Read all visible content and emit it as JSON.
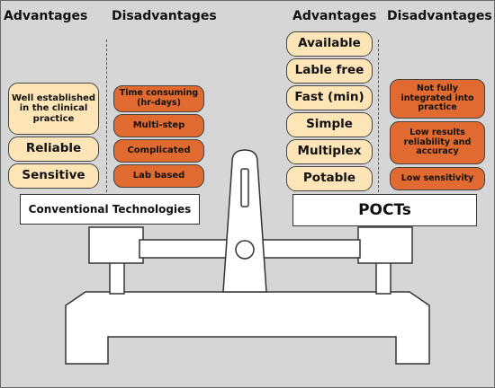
{
  "left": {
    "advantages_header": "Advantages",
    "disadvantages_header": "Disadvantages",
    "advantages": [
      "Well established in the clinical practice",
      "Reliable",
      "Sensitive"
    ],
    "disadvantages": [
      "Time consuming (hr-days)",
      "Multi-step",
      "Complicated",
      "Lab based"
    ],
    "tray_label": "Conventional Technologies"
  },
  "right": {
    "advantages_header": "Advantages",
    "disadvantages_header": "Disadvantages",
    "advantages": [
      "Available",
      "Lable free",
      "Fast (min)",
      "Simple",
      "Multiplex",
      "Potable"
    ],
    "disadvantages": [
      "Not fully integrated into practice",
      "Low results reliability and accuracy",
      "Low sensitivity"
    ],
    "tray_label": "POCTs"
  },
  "colors": {
    "background": "#d6d6d6",
    "advantage_fill": "#fde5b8",
    "disadvantage_fill": "#e06a30",
    "outline": "#444444"
  }
}
